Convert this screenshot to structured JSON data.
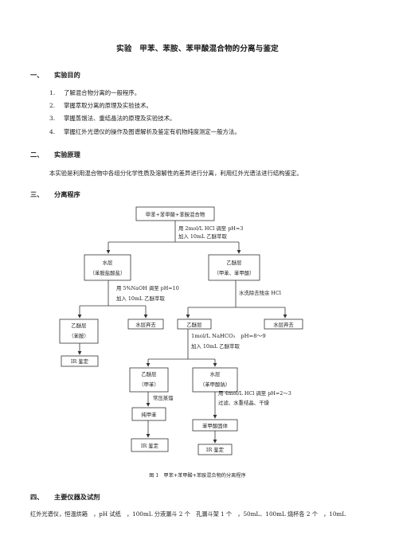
{
  "title": "实验　甲苯、苯胺、苯甲酸混合物的分离与鉴定",
  "section1": {
    "num": "一、",
    "heading": "实验目的"
  },
  "objectives": [
    {
      "n": "1.",
      "text": "了解混合物分离的一般程序。"
    },
    {
      "n": "2.",
      "text": "掌握萃取分离的原理及实验技术。"
    },
    {
      "n": "3.",
      "text": "掌握蒸馏法、重结晶法的原理及实验技术。"
    },
    {
      "n": "4.",
      "text": "掌握红外光谱仪的操作及图谱解析及鉴定有机物纯度测定一般方法。"
    }
  ],
  "section2": {
    "num": "二、",
    "heading": "实验原理"
  },
  "principle": "本实验是利用混合物中各组分化学性质及溶解性的差异进行分离，利用红外光谱法进行结构鉴定。",
  "section3": {
    "num": "三、",
    "heading": "分离程序"
  },
  "flow": {
    "top": "甲苯+苯甲酸+苯胺混合物",
    "step1_a": "用 2mol/L HCl 调至 pH=3",
    "step1_b": "加入 10mL 乙醚萃取",
    "water1_a": "水层",
    "water1_b": "（苯胺盐酸盐）",
    "ether1_a": "乙醚层",
    "ether1_b": "（甲苯、苯甲酸）",
    "step2_a": "用 5%NaOH 调至 pH=10",
    "step2_b": "加入 10mL 乙醚萃取",
    "wash": "水洗除去残余 HCl",
    "ether2_a": "乙醚层",
    "ether2_b": "（苯胺）",
    "water2": "水层弃去",
    "ether3": "乙醚层",
    "water3": "水层弃去",
    "step3_a": "1mol/L NaHCO₃　pH=8～9",
    "step3_b": "加入 10mL 乙醚萃取",
    "ir1": "IR 鉴定",
    "ether4_a": "乙醚层",
    "ether4_b": "（甲苯）",
    "water4_a": "水层",
    "water4_b": "（苯甲酸钠）",
    "step4": "常压蒸馏",
    "step5_a": "用 4mol/L HCl 调至  pH=2～3",
    "step5_b": "过滤、水重结晶、干燥",
    "pure_toluene": "纯甲苯",
    "benzoic_solid": "苯甲酸固体",
    "ir2": "IR 鉴定",
    "ir3": "IR 鉴定"
  },
  "caption": "图 1　甲苯+苯甲酸+苯胺混合物的分离程序",
  "section4": {
    "num": "四、",
    "heading": "主要仪器及试剂"
  },
  "instruments": "红外光谱仪，恒温烘箱　，pH 试纸　，100mL 分液漏斗 2 个　孔漏斗架 1 个　，50mL、100mL 烧杯各 2 个　，10mL"
}
